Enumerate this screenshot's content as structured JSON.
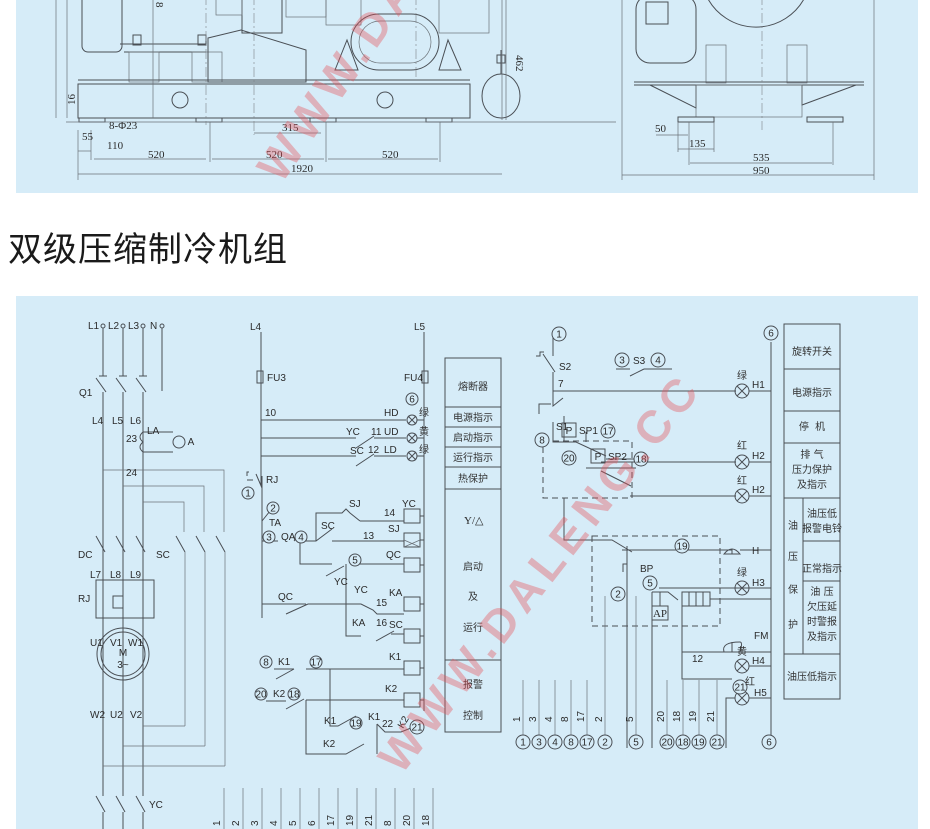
{
  "section_title": "双级压缩制冷机组",
  "watermark": "WWW.DALENG.CC",
  "top_drawing": {
    "side_view": {
      "dim_labels": [
        "8-Φ23",
        "55",
        "110",
        "520",
        "520",
        "520",
        "315",
        "1920",
        "16",
        "462",
        "8"
      ]
    },
    "end_view": {
      "dim_labels": [
        "50",
        "135",
        "535",
        "950"
      ]
    }
  },
  "schematic": {
    "power": {
      "phase_labels": [
        "L1",
        "L2",
        "L3",
        "N"
      ],
      "breaker": "Q1",
      "line_labels": [
        "L4",
        "L5",
        "L6"
      ],
      "ammeter_ct": "LA",
      "ammeter": "A",
      "wire_nums": [
        "23",
        "24"
      ],
      "contactor_dc": "DC",
      "contactor_sc": "SC",
      "contactor_yc": "YC",
      "motor_in": [
        "L7",
        "L8",
        "L9"
      ],
      "relay": "RJ",
      "motor_terms_top": [
        "U1",
        "V1",
        "W1"
      ],
      "motor_terms_bottom": [
        "W2",
        "U2",
        "V2"
      ],
      "motor_label": "M",
      "motor_sub": "3~"
    },
    "control": {
      "rail_left": "L4",
      "rail_right": "L5",
      "fuse_left": "FU3",
      "fuse_right": "FU4",
      "node6": "6",
      "wire10": "10",
      "lamps": [
        {
          "id": "HD",
          "color": "绿",
          "wire": ""
        },
        {
          "id": "UD",
          "color": "黄",
          "wire": "11",
          "contact": "YC"
        },
        {
          "id": "LD",
          "color": "绿",
          "wire": "12",
          "contact": "SC"
        }
      ],
      "rj_contact": "RJ",
      "node1": "1",
      "node2": "2",
      "ta": "TA",
      "node3": "3",
      "qa": "QA",
      "node4": "4",
      "sc_contact": "SC",
      "wire13": "13",
      "sj_contact": "SJ",
      "wire14": "14",
      "coils": [
        "YC",
        "SJ",
        "QC",
        "KA",
        "SC",
        "K1",
        "K2"
      ],
      "node5": "5",
      "yc_contact": "YC",
      "yc_contact2": "YC",
      "wire15": "15",
      "qc_contact": "QC",
      "ka_contact": "KA",
      "wire16": "16",
      "node8": "8",
      "k1": "K1",
      "node17": "17",
      "node20": "20",
      "k2": "K2",
      "node18": "18",
      "k1b": "K1",
      "node19": "19",
      "k1c": "K1",
      "wire22": "22",
      "k2b": "K2",
      "node21": "21",
      "k2c": "K2",
      "terminal_strip": [
        "1",
        "2",
        "3",
        "4",
        "5",
        "6",
        "17",
        "19",
        "21",
        "8",
        "20",
        "18"
      ]
    },
    "legend_mid": [
      "熔断器",
      "电源指示",
      "启动指示",
      "运行指示",
      "热保护",
      "Y/△",
      "启动",
      "及",
      "运行",
      "报警",
      "控制"
    ],
    "protection": {
      "node1": "1",
      "s2": "S2",
      "wire7": "7",
      "s3_left": "3",
      "s3": "S3",
      "s3_right": "4",
      "s1": "S1",
      "node8": "8",
      "node6": "6",
      "h1": {
        "id": "H1",
        "color": "绿"
      },
      "sp1": "SP1",
      "p1": "P",
      "node17": "17",
      "h2a": {
        "id": "H2",
        "color": "红"
      },
      "node20": "20",
      "sp2": "SP2",
      "p2": "P",
      "node18": "18",
      "h2b": {
        "id": "H2",
        "color": "红"
      },
      "node19": "19",
      "bell": "H",
      "bp": "BP",
      "node5": "5",
      "node2": "2",
      "h3": {
        "id": "H3",
        "color": "绿"
      },
      "ap": "AP",
      "fm": "FM",
      "wire12": "12",
      "h4": {
        "id": "H4",
        "color": "黄"
      },
      "node21": "21",
      "h5": {
        "id": "H5",
        "color": "红"
      },
      "terminal_nums": [
        "1",
        "3",
        "4",
        "8",
        "17",
        "2",
        "5",
        "20",
        "18",
        "19",
        "21",
        "6"
      ]
    },
    "legend_right": {
      "rotary_switch": "旋转开关",
      "power_indicator": "电源指示",
      "stop": "停  机",
      "discharge": [
        "排 气",
        "压力保护",
        "及指示"
      ],
      "oil_group": [
        "油",
        "压",
        "保",
        "护"
      ],
      "oil_low_bell": [
        "油压低",
        "报警电铃"
      ],
      "normal": "正常指示",
      "oil_delay": [
        "油 压",
        "欠压延",
        "时警报",
        "及指示"
      ],
      "oil_low_ind": "油压低指示"
    }
  }
}
